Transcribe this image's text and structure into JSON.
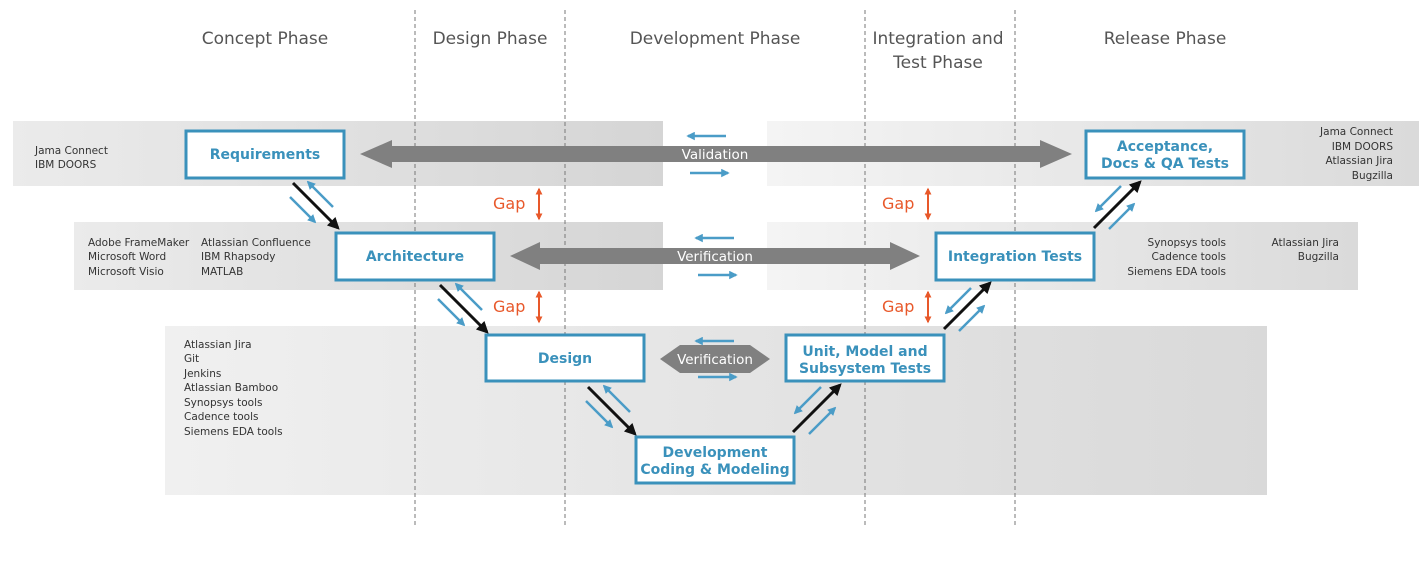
{
  "phases": {
    "concept": "Concept Phase",
    "design": "Design Phase",
    "development": "Development Phase",
    "integration_line1": "Integration and",
    "integration_line2": "Test Phase",
    "release": "Release Phase"
  },
  "boxes": {
    "requirements": "Requirements",
    "acceptance_line1": "Acceptance,",
    "acceptance_line2": "Docs & QA Tests",
    "architecture": "Architecture",
    "integration_tests": "Integration Tests",
    "design": "Design",
    "unit_line1": "Unit, Model and",
    "unit_line2": "Subsystem Tests",
    "development_line1": "Development",
    "development_line2": "Coding & Modeling"
  },
  "connectors": {
    "validation": "Validation",
    "verification_top": "Verification",
    "verification_bottom": "Verification",
    "gap": "Gap"
  },
  "tools": {
    "top_left": [
      "Jama Connect",
      "IBM DOORS"
    ],
    "top_right": [
      "Jama Connect",
      "IBM DOORS",
      "Atlassian Jira",
      "Bugzilla"
    ],
    "mid_left_col1": [
      "Adobe FrameMaker",
      "Microsoft Word",
      "Microsoft Visio"
    ],
    "mid_left_col2": [
      "Atlassian Confluence",
      "IBM Rhapsody",
      "MATLAB"
    ],
    "mid_right_col1": [
      "Synopsys tools",
      "Cadence tools",
      "Siemens EDA tools"
    ],
    "mid_right_col2": [
      "Atlassian Jira",
      "Bugzilla"
    ],
    "bottom_left": [
      "Atlassian Jira",
      "Git",
      "Jenkins",
      "Atlassian Bamboo",
      "Synopsys tools",
      "Cadence tools",
      "Siemens EDA tools"
    ]
  },
  "colors": {
    "box_border": "#3a91bb",
    "box_text": "#3a91bb",
    "gap_orange": "#e8582a",
    "connector_gray": "#808080",
    "small_arrow_blue": "#4a9cc7"
  }
}
